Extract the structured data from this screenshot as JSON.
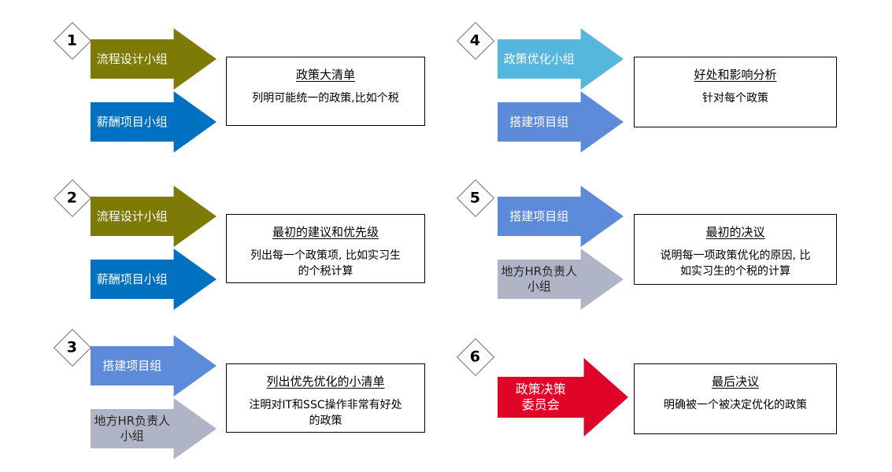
{
  "steps": [
    {
      "number": "1",
      "arrows": [
        {
          "label": "流程设计小组",
          "bg": "#7D7A05",
          "fg": "#FFFFFF"
        },
        {
          "label": "薪酬项目小组",
          "bg": "#0070C0",
          "fg": "#FFFFFF"
        }
      ],
      "box": {
        "title": "政策大清单",
        "body": "列明可能统一的政策,比如个税"
      }
    },
    {
      "number": "2",
      "arrows": [
        {
          "label": "流程设计小组",
          "bg": "#7D7A05",
          "fg": "#FFFFFF"
        },
        {
          "label": "薪酬项目小组",
          "bg": "#0070C0",
          "fg": "#FFFFFF"
        }
      ],
      "box": {
        "title": "最初的建议和优先级",
        "body": "列出每一个政策项, 比如实习生\n的个税计算"
      }
    },
    {
      "number": "3",
      "arrows": [
        {
          "label": "搭建项目组",
          "bg": "#5E8BD9",
          "fg": "#FFFFFF"
        },
        {
          "label": "地方HR负责人\n小组",
          "bg": "#AFB5C7",
          "fg": "#262626"
        }
      ],
      "box": {
        "title": "列出优先优化的小清单",
        "body": "注明对IT和SSC操作非常有好处\n的政策"
      }
    },
    {
      "number": "4",
      "arrows": [
        {
          "label": "政策优化小组",
          "bg": "#55B7DE",
          "fg": "#FFFFFF"
        },
        {
          "label": "搭建项目组",
          "bg": "#5E8BD9",
          "fg": "#FFFFFF"
        }
      ],
      "box": {
        "title": "好处和影响分析",
        "body": "针对每个政策"
      }
    },
    {
      "number": "5",
      "arrows": [
        {
          "label": "搭建项目组",
          "bg": "#5E8BD9",
          "fg": "#FFFFFF"
        },
        {
          "label": "地方HR负责人\n小组",
          "bg": "#AFB5C7",
          "fg": "#262626"
        }
      ],
      "box": {
        "title": "最初的决议",
        "body": "说明每一项政策优化的原因, 比\n如实习生的个税的计算"
      }
    },
    {
      "number": "6",
      "arrows": [
        {
          "label": "政策决策\n委员会",
          "bg": "#E00428",
          "fg": "#FFFFFF"
        }
      ],
      "box": {
        "title": "最后决议",
        "body": "明确被一个被决定优化的政策"
      }
    }
  ]
}
